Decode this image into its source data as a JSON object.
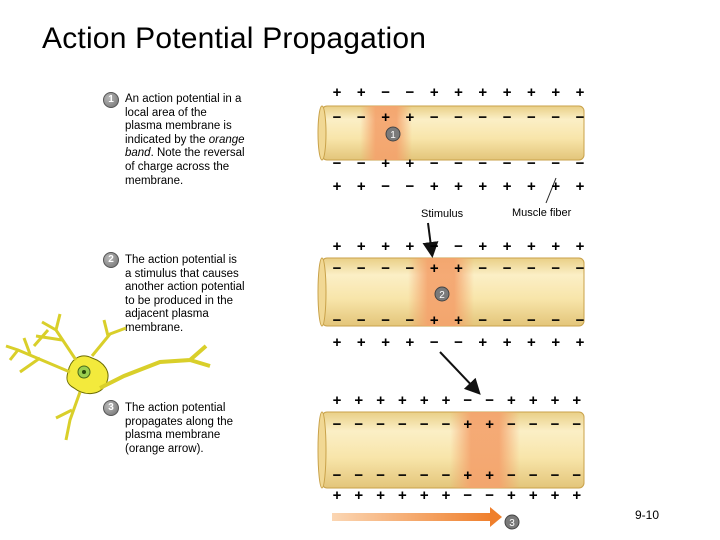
{
  "title": "Action Potential Propagation",
  "steps": [
    {
      "number": "1",
      "lines": [
        "An action potential in a",
        "local area of the",
        "plasma membrane is",
        "indicated by the",
        "band. Note the reversal",
        "of charge across the",
        "membrane."
      ],
      "italic_tail": "orange",
      "italic_head": "band"
    },
    {
      "number": "2",
      "lines": [
        "The action potential is",
        "a stimulus that causes",
        "another action potential",
        "to be produced in the",
        "adjacent plasma",
        "membrane."
      ]
    },
    {
      "number": "3",
      "lines": [
        "The action potential",
        "propagates along the",
        "plasma membrane",
        "(orange arrow)."
      ]
    }
  ],
  "labels": {
    "stimulus": "Stimulus",
    "muscle_fiber": "Muscle fiber",
    "badge_1": "1",
    "badge_2": "2",
    "badge_3": "3"
  },
  "charges": {
    "fiber1_outer": [
      "+",
      "+",
      "−",
      "−",
      "+",
      "+",
      "+",
      "+",
      "+",
      "+",
      "+"
    ],
    "fiber1_inner": [
      "−",
      "−",
      "+",
      "+",
      "−",
      "−",
      "−",
      "−",
      "−",
      "−",
      "−"
    ],
    "fiber2_outer": [
      "+",
      "+",
      "+",
      "+",
      "−",
      "−",
      "+",
      "+",
      "+",
      "+",
      "+"
    ],
    "fiber2_inner": [
      "−",
      "−",
      "−",
      "−",
      "+",
      "+",
      "−",
      "−",
      "−",
      "−",
      "−"
    ],
    "fiber3_outer": [
      "+",
      "+",
      "+",
      "+",
      "+",
      "+",
      "−",
      "−",
      "+",
      "+",
      "+",
      "+"
    ],
    "fiber3_inner": [
      "−",
      "−",
      "−",
      "−",
      "−",
      "−",
      "+",
      "+",
      "−",
      "−",
      "−",
      "−"
    ]
  },
  "colors": {
    "fiber": "#f7e3a6",
    "fiber_edge": "#c9a24a",
    "band": "#f4a26c",
    "arrow": "#f08a3a",
    "neuron": "#f3ea3c"
  },
  "page_number": "9-10"
}
